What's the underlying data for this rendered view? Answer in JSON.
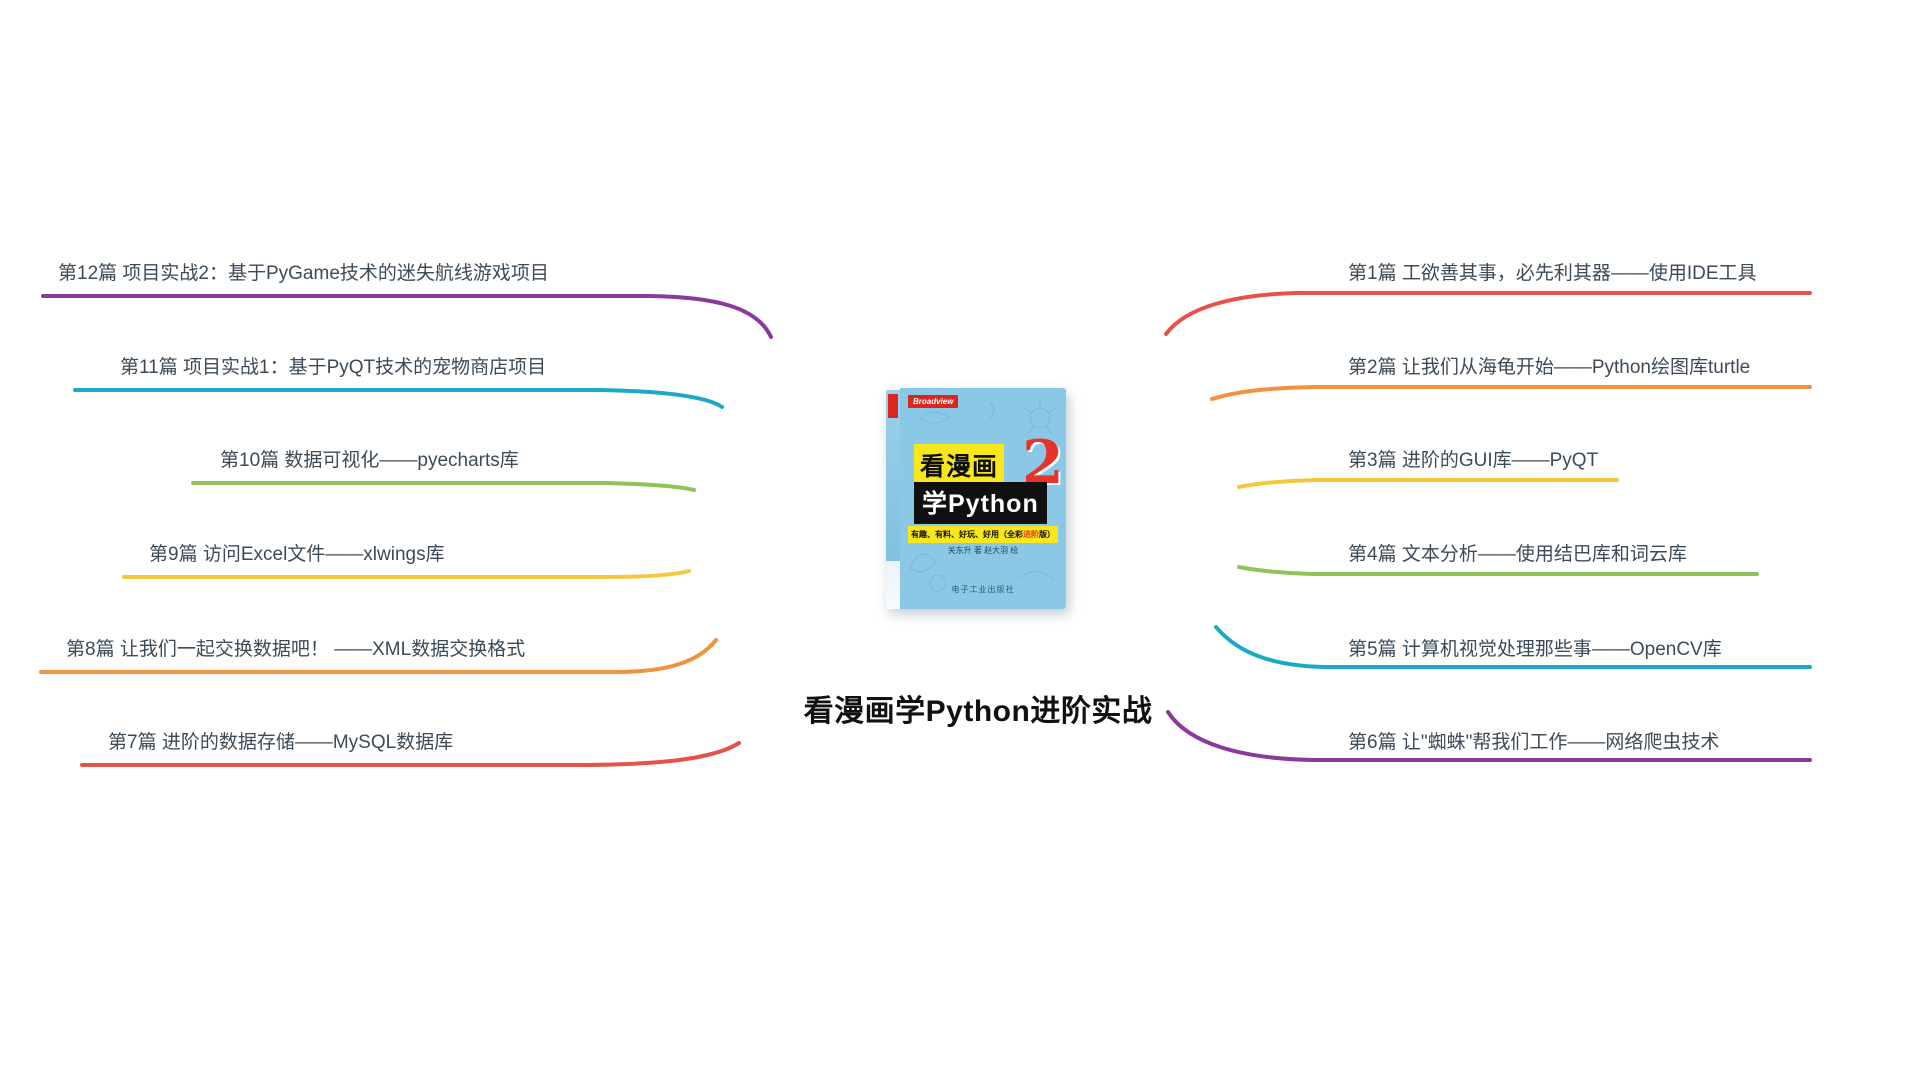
{
  "root": {
    "title": "看漫画学Python进阶实战"
  },
  "left_branches": [
    {
      "label": "第12篇 项目实战2：基于PyGame技术的迷失航线游戏项目",
      "color": "#8B3A9B"
    },
    {
      "label": "第11篇 项目实战1：基于PyQT技术的宠物商店项目",
      "color": "#1CA9C6"
    },
    {
      "label": "第10篇 数据可视化——pyecharts库",
      "color": "#92C05A"
    },
    {
      "label": "第9篇 访问Excel文件——xlwings库",
      "color": "#F3C840"
    },
    {
      "label": "第8篇 让我们一起交换数据吧！ ——XML数据交换格式",
      "color": "#EF9340"
    },
    {
      "label": "第7篇 进阶的数据存储——MySQL数据库",
      "color": "#E4524A"
    }
  ],
  "right_branches": [
    {
      "label": "第1篇 工欲善其事，必先利其器——使用IDE工具",
      "color": "#E4524A"
    },
    {
      "label": "第2篇 让我们从海龟开始——Python绘图库turtle",
      "color": "#EF9340"
    },
    {
      "label": "第3篇 进阶的GUI库——PyQT",
      "color": "#F3C840"
    },
    {
      "label": "第4篇 文本分析——使用结巴库和词云库",
      "color": "#92C05A"
    },
    {
      "label": "第5篇 计算机视觉处理那些事——OpenCV库",
      "color": "#1CA9C6"
    },
    {
      "label": "第6篇 让\"蜘蛛\"帮我们工作——网络爬虫技术",
      "color": "#8B3A9B"
    }
  ],
  "book": {
    "logo": "Broadview",
    "title_line1": "看漫画",
    "title_number": "2",
    "title_line2": "学Python",
    "tagline_pre": "有趣、有料、好玩、好用（全彩",
    "tagline_hl": "进阶",
    "tagline_post": "版）",
    "authors": "关东升 著  赵大羽 绘",
    "publisher": "电子工业出版社"
  }
}
